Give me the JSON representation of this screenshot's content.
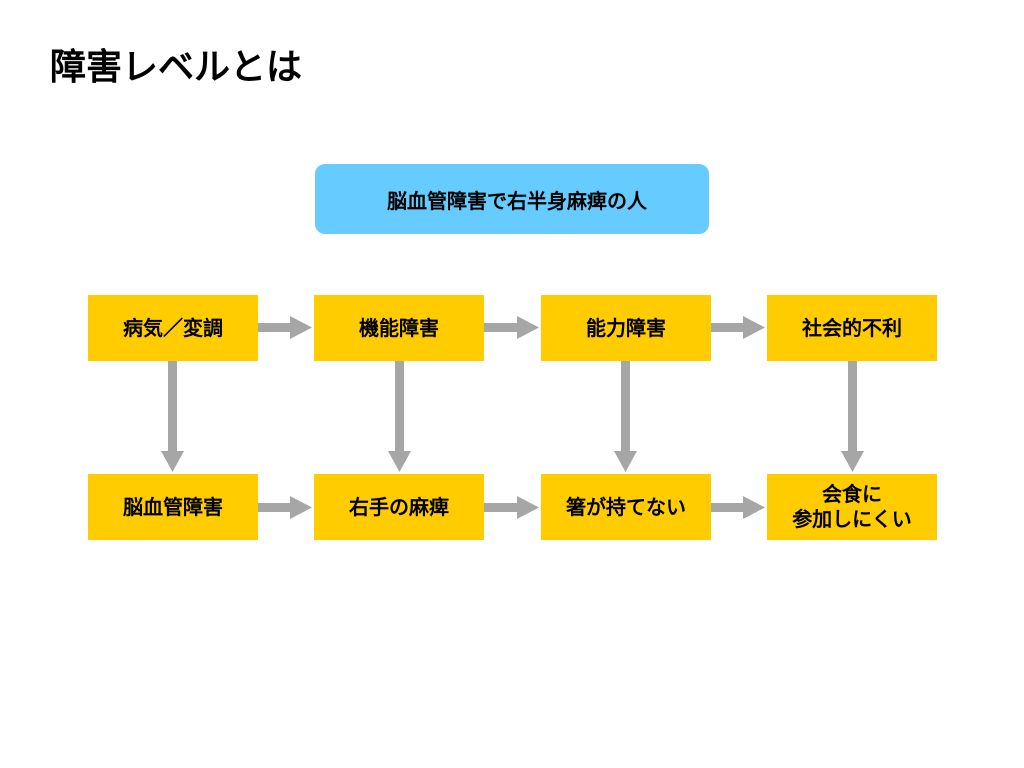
{
  "title": "障害レベルとは",
  "top_box": {
    "label": "脳血管障害で右半身麻痺の人"
  },
  "levels": [
    "病気／変調",
    "機能障害",
    "能力障害",
    "社会的不利"
  ],
  "examples": [
    "脳血管障害",
    "右手の麻痺",
    "箸が持てない",
    "会食に\n参加しにくい"
  ],
  "colors": {
    "box_fill": "#FFCC00",
    "top_box_fill": "#66CCFF",
    "arrow": "#A6A6A6"
  }
}
